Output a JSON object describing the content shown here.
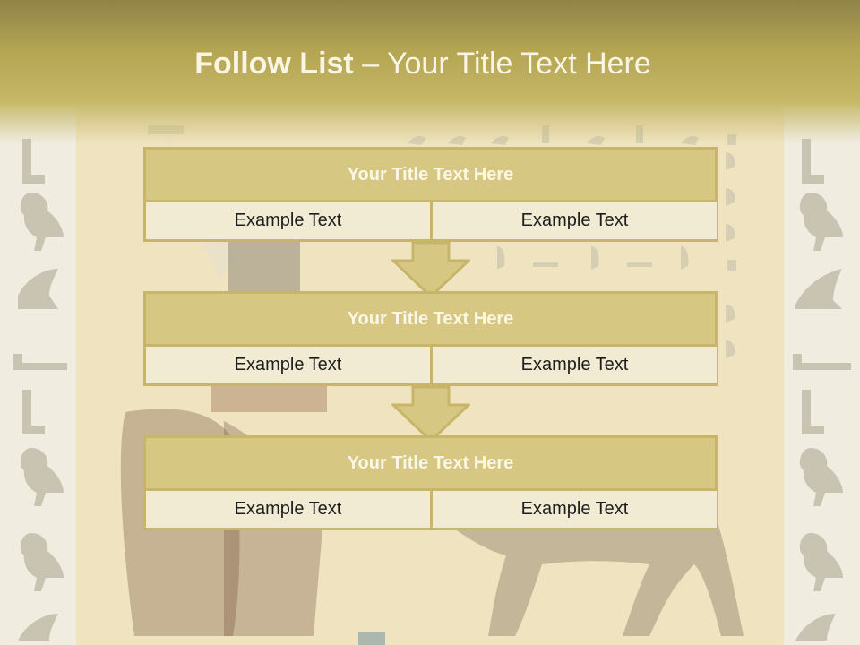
{
  "slide": {
    "title_bold": "Follow List",
    "title_sep": " – ",
    "title_rest": "Your Title Text Here"
  },
  "blocks": [
    {
      "header": "Your Title Text Here",
      "left": "Example Text",
      "right": "Example Text"
    },
    {
      "header": "Your Title Text Here",
      "left": "Example Text",
      "right": "Example Text"
    },
    {
      "header": "Your Title Text Here",
      "left": "Example Text",
      "right": "Example Text"
    }
  ],
  "colors": {
    "title_band": "#b4a553",
    "header_fill": "#d6c783",
    "border": "#c7b56a",
    "cell_fill": "#f1ebd3",
    "text_light": "#fbf7e6"
  },
  "decor": {
    "background_icon": "egyptian-hieroglyph-background",
    "arrow_icon": "down-arrow-icon"
  }
}
